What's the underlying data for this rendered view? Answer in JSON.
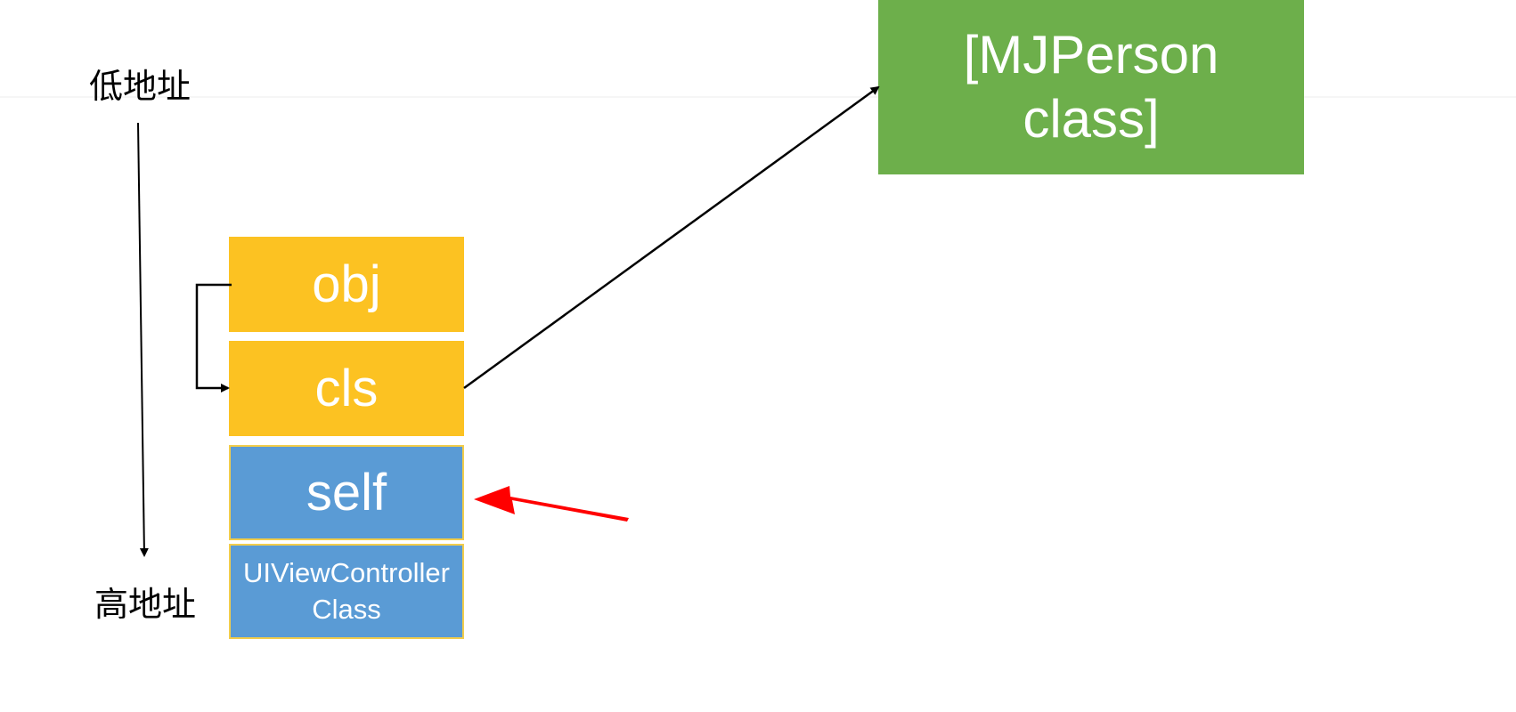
{
  "labels": {
    "low_address": "低地址",
    "high_address": "高地址"
  },
  "stack": {
    "obj": "obj",
    "cls": "cls",
    "self": "self",
    "uiviewcontroller_class": "UIViewController Class"
  },
  "target": {
    "mjperson_class": "[MJPerson class]"
  },
  "colors": {
    "stack_yellow": "#fcc222",
    "stack_blue": "#5a9bd5",
    "target_green": "#6daf4b",
    "pointer_red": "#ff0000",
    "line_black": "#000000"
  }
}
